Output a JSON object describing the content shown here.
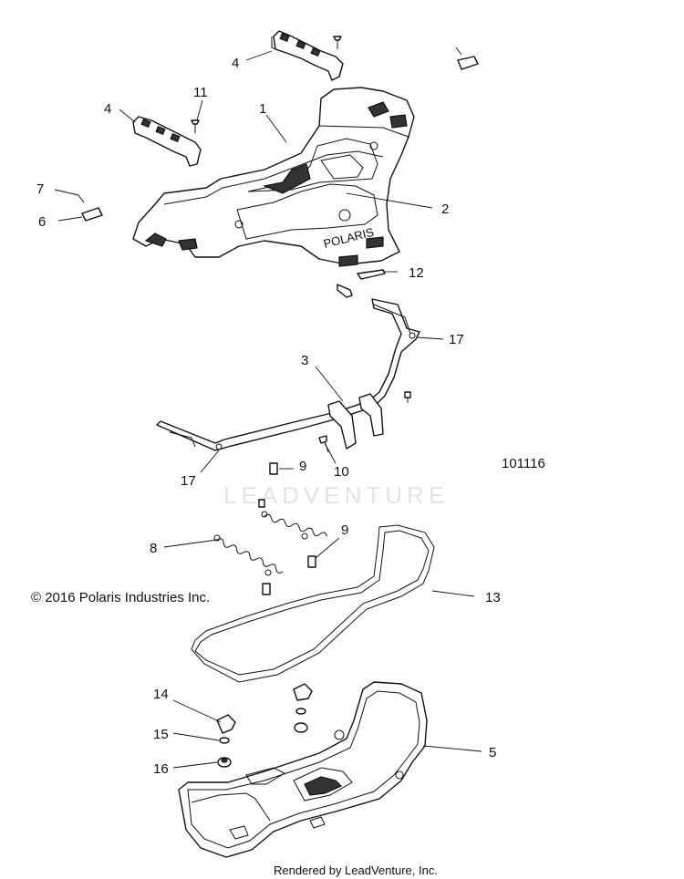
{
  "copyright": "© 2016 Polaris Industries Inc.",
  "figure_number": "101116",
  "watermark": "LEADVENTURE",
  "rendered_by": "Rendered by LeadVenture, Inc.",
  "rack_logo": "POLARIS",
  "callouts": {
    "c1": "1",
    "c2": "2",
    "c3": "3",
    "c4a": "4",
    "c4b": "4",
    "c5": "5",
    "c6": "6",
    "c7": "7",
    "c8": "8",
    "c9a": "9",
    "c9b": "9",
    "c10": "10",
    "c11": "11",
    "c12": "12",
    "c13": "13",
    "c14": "14",
    "c15": "15",
    "c16": "16",
    "c17a": "17",
    "c17b": "17"
  }
}
